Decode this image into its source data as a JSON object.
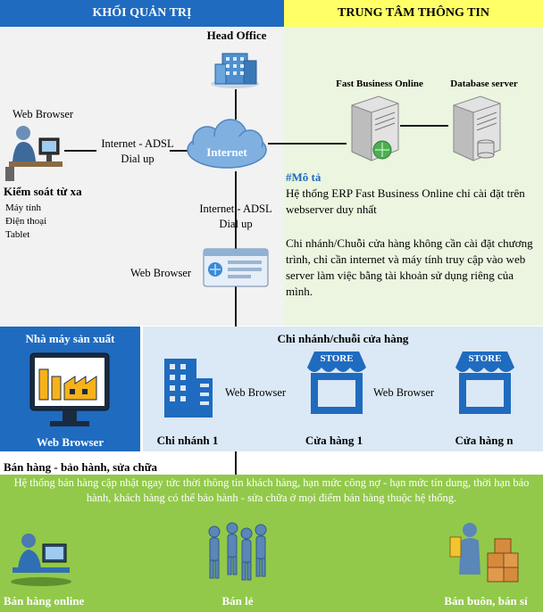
{
  "headers": {
    "left": "KHỐI QUẢN TRỊ",
    "right": "TRUNG TÂM THÔNG TIN"
  },
  "head_office": "Head Office",
  "internet": "Internet",
  "remote": {
    "browser_label": "Web Browser",
    "link_label_line1": "Internet - ADSL",
    "link_label_line2": "Dial up",
    "title": "Kiểm soát từ xa",
    "devices": [
      "Máy tính",
      "Điện thoại",
      "Tablet"
    ]
  },
  "lower_link": {
    "line1": "Internet - ADSL",
    "line2": "Dial up"
  },
  "office_browser": "Web Browser",
  "servers": {
    "fbo": "Fast Business Online",
    "db": "Database server"
  },
  "description": {
    "title": "#Mô tả",
    "p1": "Hệ thống ERP Fast Business Online chỉ cài đặt trên webserver duy nhất",
    "p2": "Chi nhánh/Chuỗi cửa hàng không cần cài đặt chương trình, chỉ cần internet và máy tính truy cập vào web server làm việc bằng tài khoản sử dụng riêng của mình."
  },
  "factory": {
    "title": "Nhà máy sản xuất",
    "browser": "Web Browser"
  },
  "branch_section": {
    "title": "Chi nhánh/chuỗi cửa hàng",
    "branch1": "Chi nhánh 1",
    "store1": "Cửa hàng 1",
    "storen": "Cửa hàng n",
    "browser1": "Web Browser",
    "browser2": "Web Browser",
    "store_sign": "STORE"
  },
  "sales": {
    "title": "Bán hàng - bảo hành, sửa chữa",
    "desc": "Hệ thống bán hàng cập nhật ngay tức thời thông tin khách hàng, hạn mức công nợ - hạn mức tín dung, thời hạn bảo hành, khách hàng có thể bảo hành - sửa chữa ở mọi điểm bán hàng thuộc hệ thống.",
    "online": "Bán hàng online",
    "retail": "Bán lẻ",
    "wholesale": "Bán buôn, bán sỉ"
  },
  "colors": {
    "blue": "#1f6bbf",
    "yellow": "#ffff66",
    "green": "#92c94a",
    "light_green": "#ebf5e0",
    "light_blue": "#dbe8f5"
  }
}
